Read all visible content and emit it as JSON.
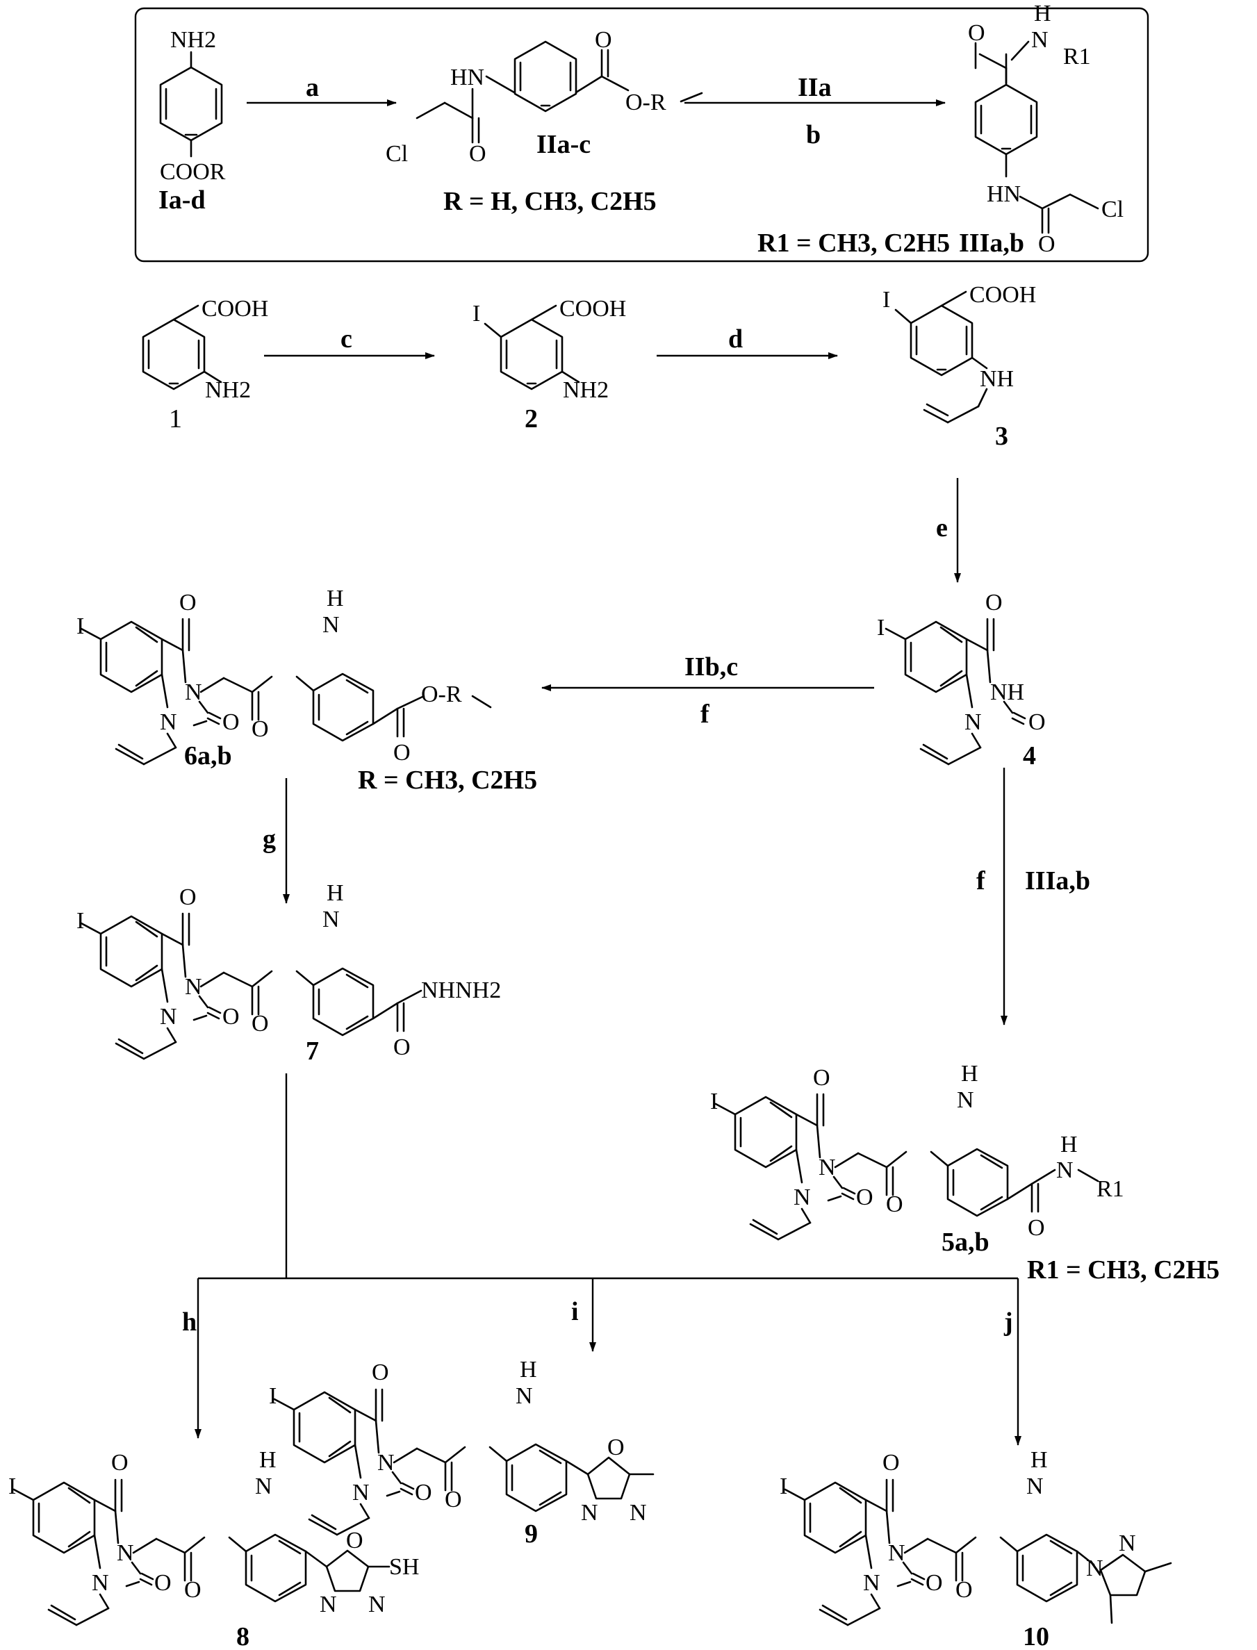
{
  "scheme": {
    "box": {
      "start_label": "Ia-d",
      "start_nh2": "NH2",
      "start_coor": "COOR",
      "step_a": "a",
      "inter_label": "IIa-c",
      "inter_r_def": "R = H, CH3, C2H5",
      "inter_hn": "HN",
      "inter_cl": "Cl",
      "inter_o": "O",
      "inter_or": "O-R",
      "reagent_IIa": "IIa",
      "step_b": "b",
      "product_label": "IIIa,b",
      "product_r1_def": "R1 = CH3, C2H5",
      "product_h": "H",
      "product_n": "N",
      "product_r1": "R1",
      "product_hn": "HN",
      "product_cl": "Cl",
      "product_o": "O"
    },
    "compounds": {
      "c1": {
        "label": "1",
        "cooh": "COOH",
        "nh2": "NH2"
      },
      "c2": {
        "label": "2",
        "cooh": "COOH",
        "nh2": "NH2",
        "i": "I"
      },
      "c3": {
        "label": "3",
        "cooh": "COOH",
        "nh": "NH",
        "i": "I"
      },
      "c4": {
        "label": "4",
        "i": "I",
        "o": "O",
        "nh": "NH",
        "n": "N"
      },
      "c6": {
        "label": "6a,b",
        "r_def": "R = CH3, C2H5",
        "i": "I",
        "o": "O",
        "n": "N",
        "h": "H",
        "or": "O-R"
      },
      "c7": {
        "label": "7",
        "i": "I",
        "o": "O",
        "n": "N",
        "h": "H",
        "hydrazide": "NHNH2"
      },
      "c5": {
        "label": "5a,b",
        "r1_def": "R1 = CH3, C2H5",
        "i": "I",
        "o": "O",
        "n": "N",
        "h": "H",
        "r1": "R1"
      },
      "c8": {
        "label": "8",
        "i": "I",
        "o": "O",
        "n": "N",
        "h": "H",
        "sh": "SH"
      },
      "c9": {
        "label": "9",
        "i": "I",
        "o": "O",
        "n": "N",
        "h": "H"
      },
      "c10": {
        "label": "10",
        "i": "I",
        "o": "O",
        "n": "N",
        "h": "H"
      }
    },
    "steps": {
      "c": "c",
      "d": "d",
      "e": "e",
      "f_left": "f",
      "reagent_IIbc": "IIb,c",
      "f_down": "f",
      "reagent_IIIab": "IIIa,b",
      "g": "g",
      "h": "h",
      "i": "i",
      "j": "j"
    }
  }
}
